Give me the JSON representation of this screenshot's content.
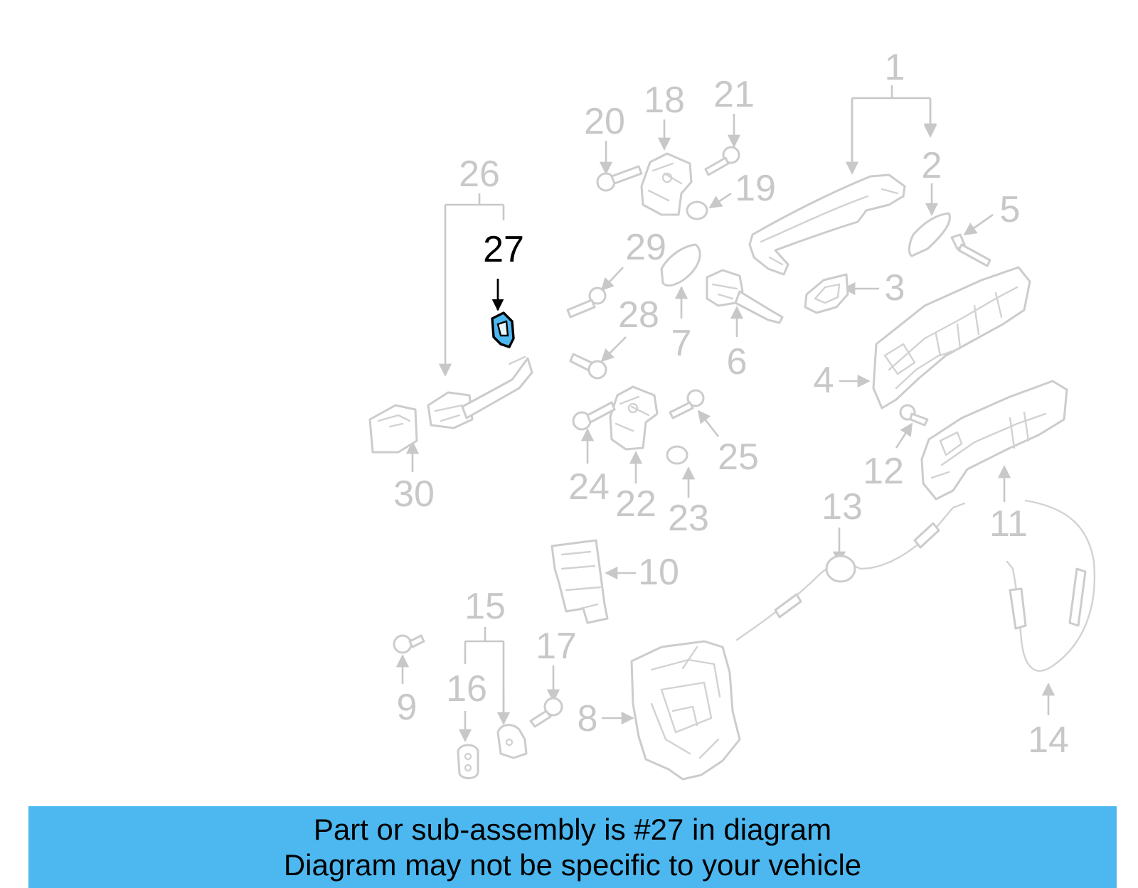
{
  "callouts": {
    "c1": "1",
    "c2": "2",
    "c3": "3",
    "c4": "4",
    "c5": "5",
    "c6": "6",
    "c7": "7",
    "c8": "8",
    "c9": "9",
    "c10": "10",
    "c11": "11",
    "c12": "12",
    "c13": "13",
    "c14": "14",
    "c15": "15",
    "c16": "16",
    "c17": "17",
    "c18": "18",
    "c19": "19",
    "c20": "20",
    "c21": "21",
    "c22": "22",
    "c23": "23",
    "c24": "24",
    "c25": "25",
    "c26": "26",
    "c27": "27",
    "c28": "28",
    "c29": "29",
    "c30": "30"
  },
  "highlighted_part": "27",
  "colors": {
    "banner": "#4db8f0",
    "callout_dim": "#c8c8c8",
    "highlight_fill": "#4db8f0"
  },
  "banner": {
    "line1": "Part or sub-assembly is #27 in diagram",
    "line2": "Diagram may not be specific to your vehicle"
  }
}
